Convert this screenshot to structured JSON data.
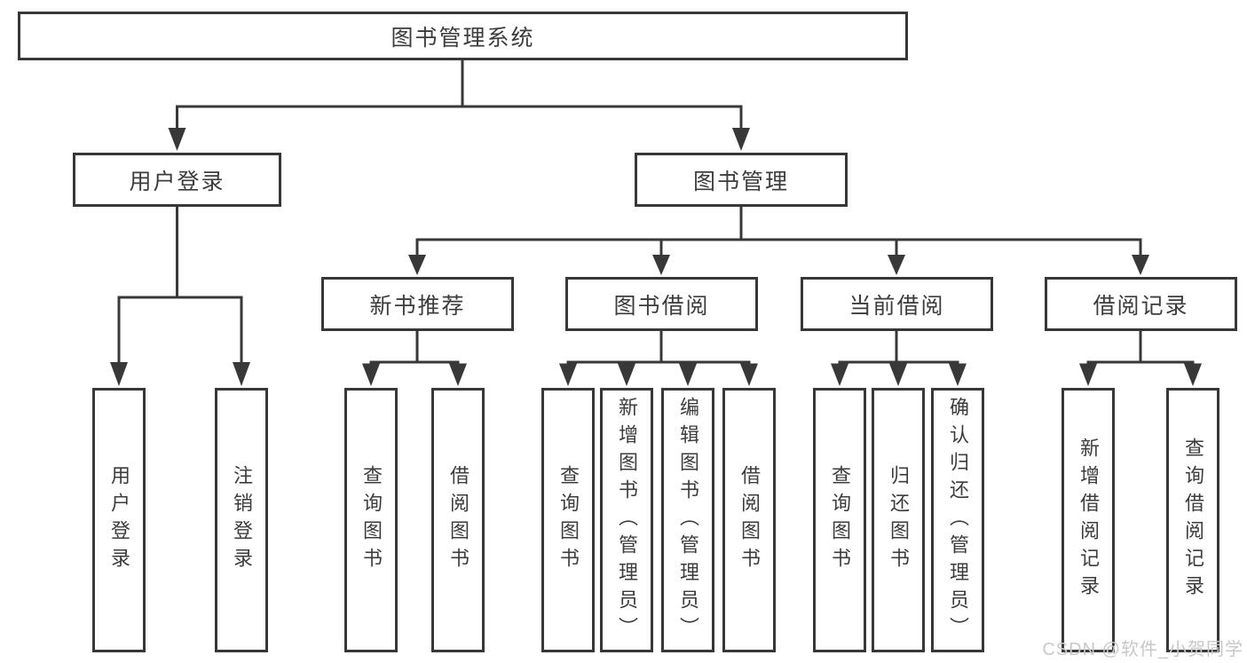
{
  "nodes": {
    "root": {
      "label": "图书管理系统"
    },
    "level2": [
      {
        "label": "用户登录"
      },
      {
        "label": "图书管理"
      }
    ],
    "level3": [
      {
        "label": "新书推荐"
      },
      {
        "label": "图书借阅"
      },
      {
        "label": "当前借阅"
      },
      {
        "label": "借阅记录"
      }
    ],
    "leaves": {
      "user_login": [
        {
          "label": "用户登录"
        },
        {
          "label": "注销登录"
        }
      ],
      "new_book_recommend": [
        {
          "label": "查询图书"
        },
        {
          "label": "借阅图书"
        }
      ],
      "book_borrow": [
        {
          "label": "查询图书"
        },
        {
          "label": "新增图书（管理员）"
        },
        {
          "label": "编辑图书（管理员）"
        },
        {
          "label": "借阅图书"
        }
      ],
      "current_borrow": [
        {
          "label": "查询图书"
        },
        {
          "label": "归还图书"
        },
        {
          "label": "确认归还（管理员）"
        }
      ],
      "borrow_records": [
        {
          "label": "新增借阅记录"
        },
        {
          "label": "查询借阅记录"
        }
      ]
    }
  },
  "watermark": {
    "text": "CSDN @软件_小贺同学"
  },
  "colors": {
    "line": "#383838",
    "text": "#3c3c3c",
    "box_background": "#ffffff",
    "page_background": "#ffffff",
    "watermark": "#c8c8c8"
  }
}
